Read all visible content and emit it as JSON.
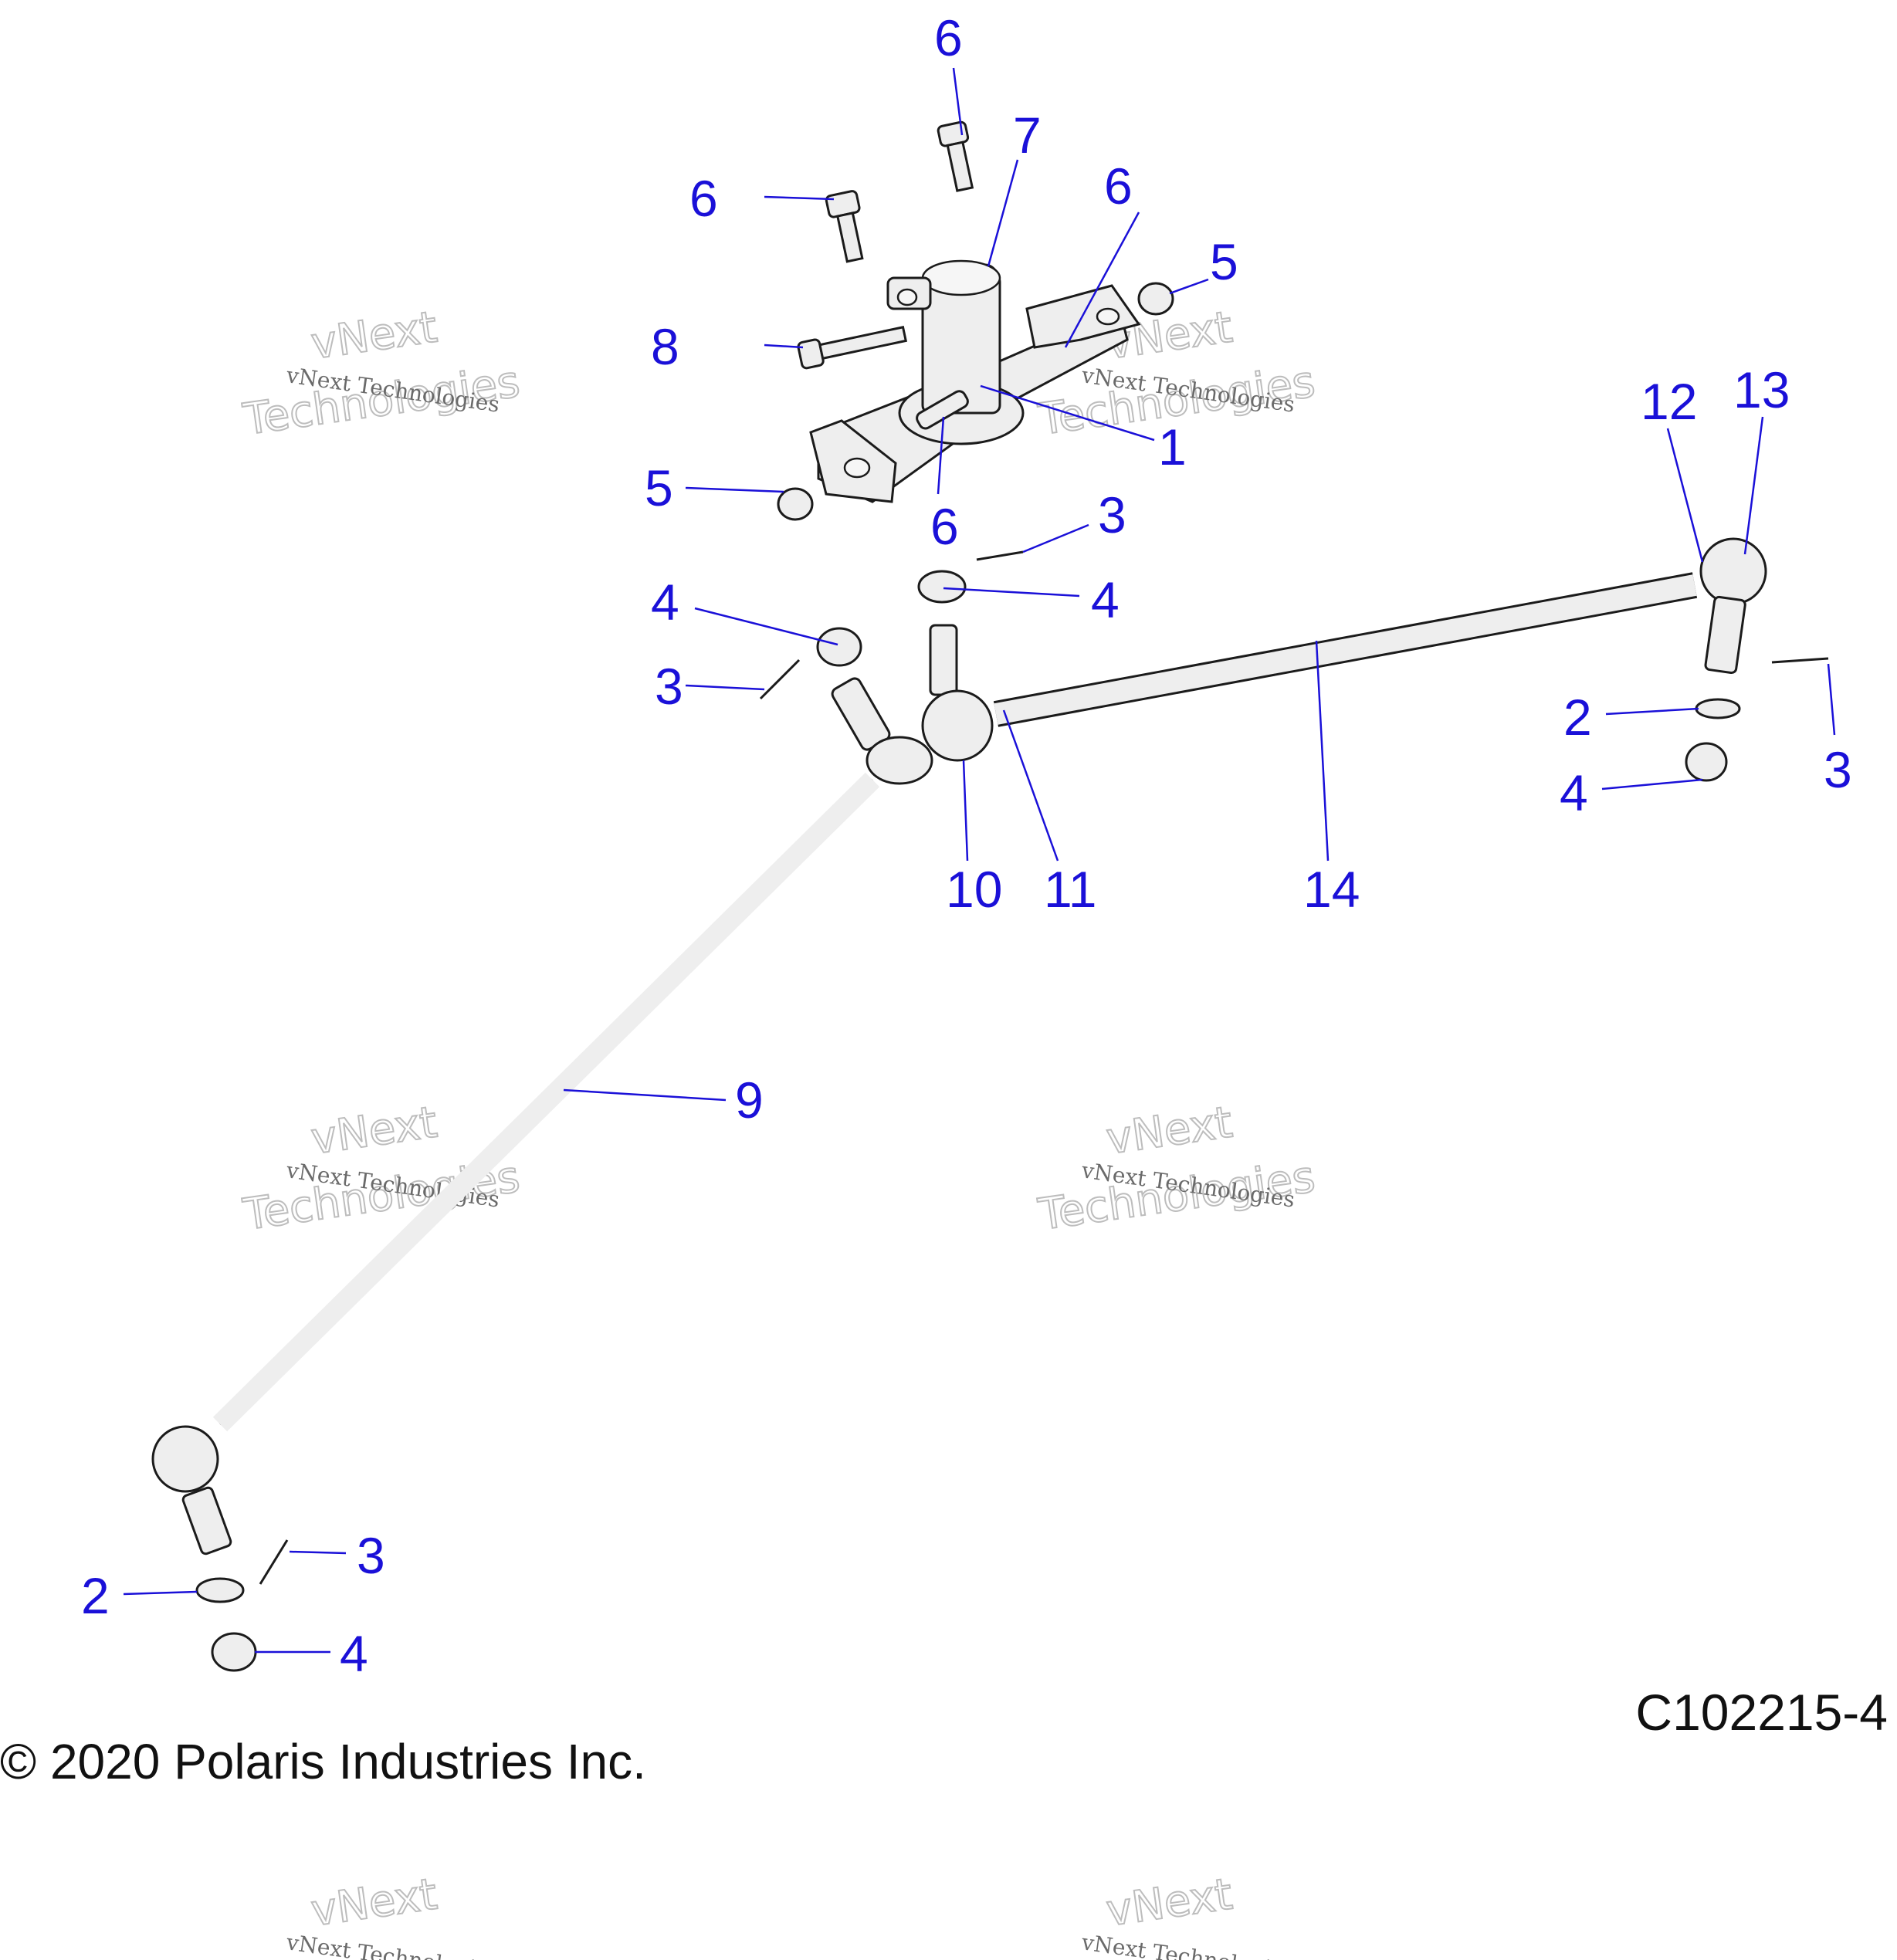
{
  "callouts": [
    {
      "id": "c6a",
      "label": "6"
    },
    {
      "id": "c7",
      "label": "7"
    },
    {
      "id": "c6b",
      "label": "6"
    },
    {
      "id": "c6c",
      "label": "6"
    },
    {
      "id": "c5a",
      "label": "5"
    },
    {
      "id": "c8",
      "label": "8"
    },
    {
      "id": "c1",
      "label": "1"
    },
    {
      "id": "c5b",
      "label": "5"
    },
    {
      "id": "c6d",
      "label": "6"
    },
    {
      "id": "c3a",
      "label": "3"
    },
    {
      "id": "c4a",
      "label": "4"
    },
    {
      "id": "c4b",
      "label": "4"
    },
    {
      "id": "c3b",
      "label": "3"
    },
    {
      "id": "c12",
      "label": "12"
    },
    {
      "id": "c13",
      "label": "13"
    },
    {
      "id": "c2a",
      "label": "2"
    },
    {
      "id": "c4c",
      "label": "4"
    },
    {
      "id": "c3c",
      "label": "3"
    },
    {
      "id": "c10",
      "label": "10"
    },
    {
      "id": "c11",
      "label": "11"
    },
    {
      "id": "c14",
      "label": "14"
    },
    {
      "id": "c9",
      "label": "9"
    },
    {
      "id": "c3d",
      "label": "3"
    },
    {
      "id": "c2b",
      "label": "2"
    },
    {
      "id": "c4d",
      "label": "4"
    }
  ],
  "watermark": {
    "company": "vNext Technologies",
    "word1": "vNext",
    "word2": "Technologies"
  },
  "drawing_id": "C102215-4",
  "copyright": "© 2020 Polaris Industries Inc.",
  "colors": {
    "callout": "#1a10d8",
    "linework": "#1b1b1b"
  }
}
